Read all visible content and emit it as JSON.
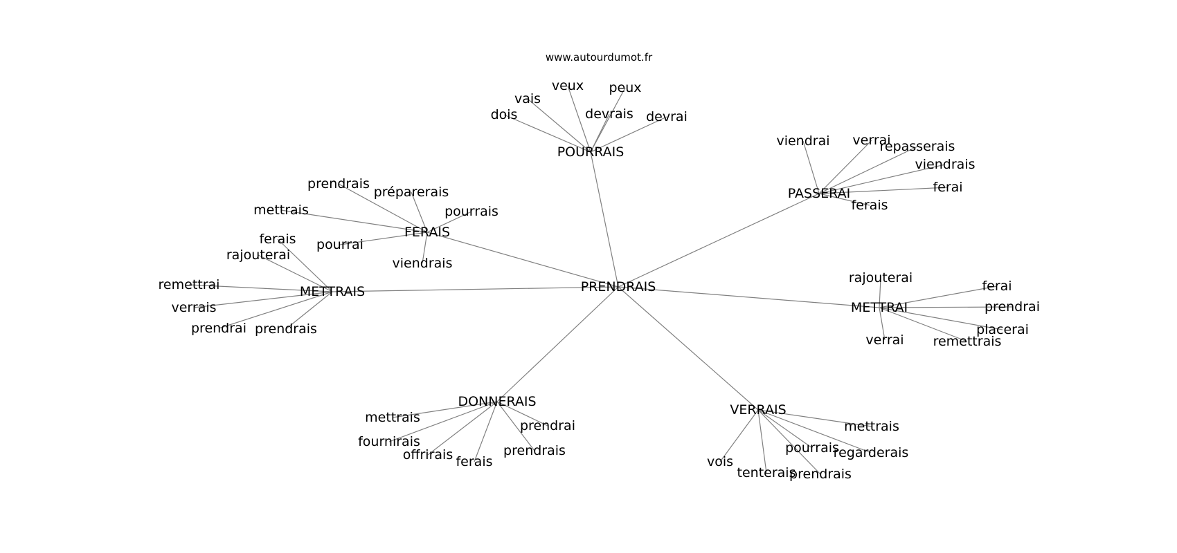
{
  "source": "www.autourdumot.fr",
  "graph": {
    "center": "PRENDRAIS",
    "hubs": [
      {
        "id": "pourrais",
        "label": "POURRAIS",
        "leaves": [
          "dois",
          "vais",
          "veux",
          "peux",
          "devrais",
          "devrai"
        ]
      },
      {
        "id": "passerai",
        "label": "PASSERAI",
        "leaves": [
          "viendrai",
          "verrai",
          "repasserais",
          "viendrais",
          "ferai",
          "ferais"
        ]
      },
      {
        "id": "ferais",
        "label": "FERAIS",
        "leaves": [
          "prendrais",
          "préparerais",
          "mettrais",
          "pourrais",
          "pourrai",
          "viendrais"
        ]
      },
      {
        "id": "mettrais",
        "label": "METTRAIS",
        "leaves": [
          "ferais",
          "rajouterai",
          "remettrai",
          "verrais",
          "prendrai",
          "prendrais"
        ]
      },
      {
        "id": "mettrai",
        "label": "METTRAI",
        "leaves": [
          "rajouterai",
          "ferai",
          "prendrai",
          "placerai",
          "verrai",
          "remettrais"
        ]
      },
      {
        "id": "donnerais",
        "label": "DONNERAIS",
        "leaves": [
          "mettrais",
          "prendrai",
          "fournirais",
          "offrirais",
          "ferais",
          "prendrais"
        ]
      },
      {
        "id": "verrais",
        "label": "VERRAIS",
        "leaves": [
          "mettrais",
          "pourrais",
          "regarderais",
          "vois",
          "tenterais",
          "prendrais"
        ]
      }
    ]
  }
}
